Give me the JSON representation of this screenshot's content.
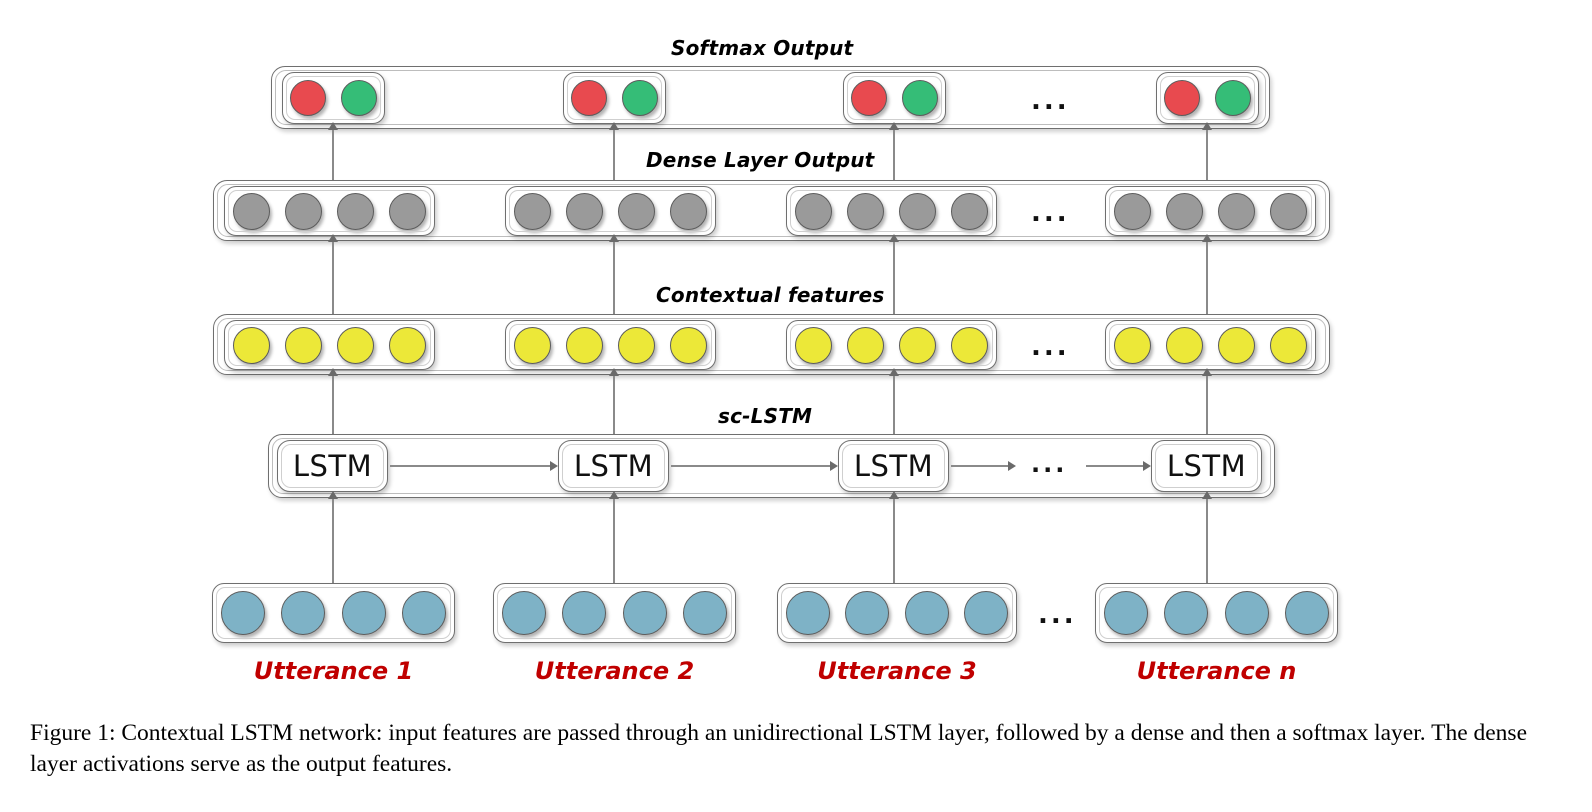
{
  "figure": {
    "rows": [
      {
        "id": "softmax",
        "label": "Softmax Output",
        "node_colors": [
          "#e84a4f",
          "#35bd77"
        ],
        "nodes_per_group": 2,
        "ellipsis": "...",
        "has_outer_band": true
      },
      {
        "id": "dense",
        "label": "Dense Layer Output",
        "node_colors": [
          "#9a9a9a",
          "#9a9a9a",
          "#9a9a9a",
          "#9a9a9a"
        ],
        "nodes_per_group": 4,
        "ellipsis": "...",
        "has_outer_band": true
      },
      {
        "id": "contextual",
        "label": "Contextual features",
        "node_colors": [
          "#ece838",
          "#ece838",
          "#ece838",
          "#ece838"
        ],
        "nodes_per_group": 4,
        "ellipsis": "...",
        "has_outer_band": true
      },
      {
        "id": "sclstm",
        "label": "sc-LSTM",
        "cell_label": "LSTM",
        "ellipsis": "...",
        "has_outer_band": true
      },
      {
        "id": "input",
        "label": "",
        "node_colors": [
          "#7eb2c6",
          "#7eb2c6",
          "#7eb2c6",
          "#7eb2c6"
        ],
        "nodes_per_group": 4,
        "ellipsis": "...",
        "has_outer_band": false
      }
    ],
    "columns": [
      {
        "utterance_label": "Utterance 1"
      },
      {
        "utterance_label": "Utterance 2"
      },
      {
        "utterance_label": "Utterance 3"
      },
      {
        "utterance_label": "Utterance n"
      }
    ],
    "colors": {
      "softmax_negative": "#e84a4f",
      "softmax_positive": "#35bd77",
      "dense_node": "#9a9a9a",
      "contextual_node": "#ece838",
      "input_node": "#7eb2c6",
      "utterance_label": "#c00000",
      "connector": "#8a8a8a",
      "box_border": "#6f6f6f",
      "background": "#ffffff"
    }
  },
  "caption": {
    "text": "Figure 1: Contextual LSTM network: input features are passed through an unidirectional LSTM layer, followed by a dense and then a softmax layer. The dense layer activations serve as the output features."
  }
}
